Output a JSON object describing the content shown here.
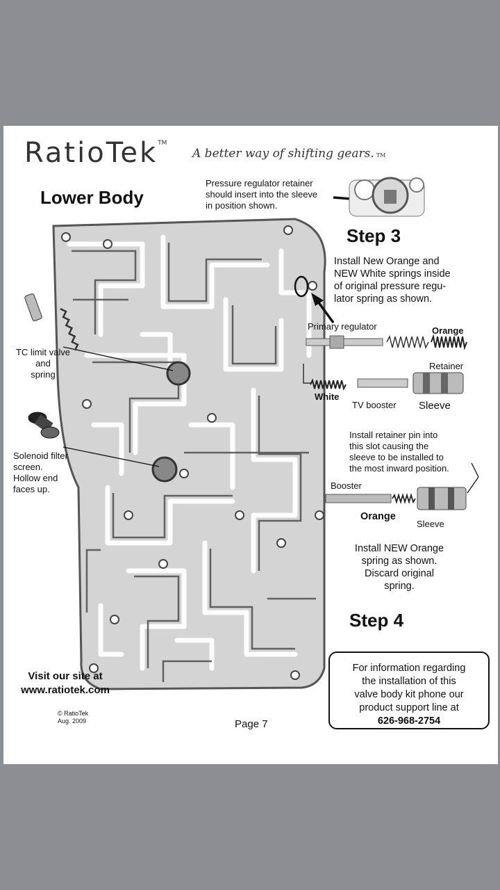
{
  "brand": {
    "name": "RatioTek",
    "tm": "TM",
    "tagline": "A better way of shifting gears.",
    "tagline_tm": "TM"
  },
  "section_title": "Lower Body",
  "callouts": {
    "pressure_regulator": [
      "Pressure regulator retainer",
      "should insert into the sleeve",
      "in position shown."
    ],
    "tc_limit": [
      "TC limit valve",
      "and",
      "spring"
    ],
    "solenoid_filter": [
      "Solenoid filter",
      "screen.",
      "Hollow end",
      "faces up."
    ]
  },
  "step3": {
    "heading": "Step 3",
    "instructions": [
      "Install New Orange and",
      "NEW White springs inside",
      "of original pressure regu-",
      "lator spring as shown."
    ],
    "labels": {
      "primary_regulator": "Primary regulator",
      "orange": "Orange",
      "retainer": "Retainer",
      "white": "White",
      "tv_booster": "TV booster",
      "sleeve": "Sleeve"
    }
  },
  "pin_note": [
    "Install retainer pin into",
    "this slot causing the",
    "sleeve to be installed to",
    "the most inward position."
  ],
  "booster_assembly": {
    "booster": "Booster",
    "orange": "Orange",
    "sleeve": "Sleeve"
  },
  "orange_note": [
    "Install NEW Orange",
    "spring as shown.",
    "Discard original",
    "spring."
  ],
  "step4": {
    "heading": "Step 4"
  },
  "visit": {
    "line1": "Visit our site at",
    "url": "www.ratiotek.com"
  },
  "copyright": {
    "line1": "© RatioTek",
    "line2": "Aug. 2009"
  },
  "page_number": "Page 7",
  "info_box": {
    "lines": [
      "For information regarding",
      "the installation of this",
      "valve body kit phone our",
      "product support line at"
    ],
    "phone": "626-968-2754"
  },
  "colors": {
    "background": "#8d8e93",
    "page": "#ffffff",
    "ink": "#111111"
  }
}
